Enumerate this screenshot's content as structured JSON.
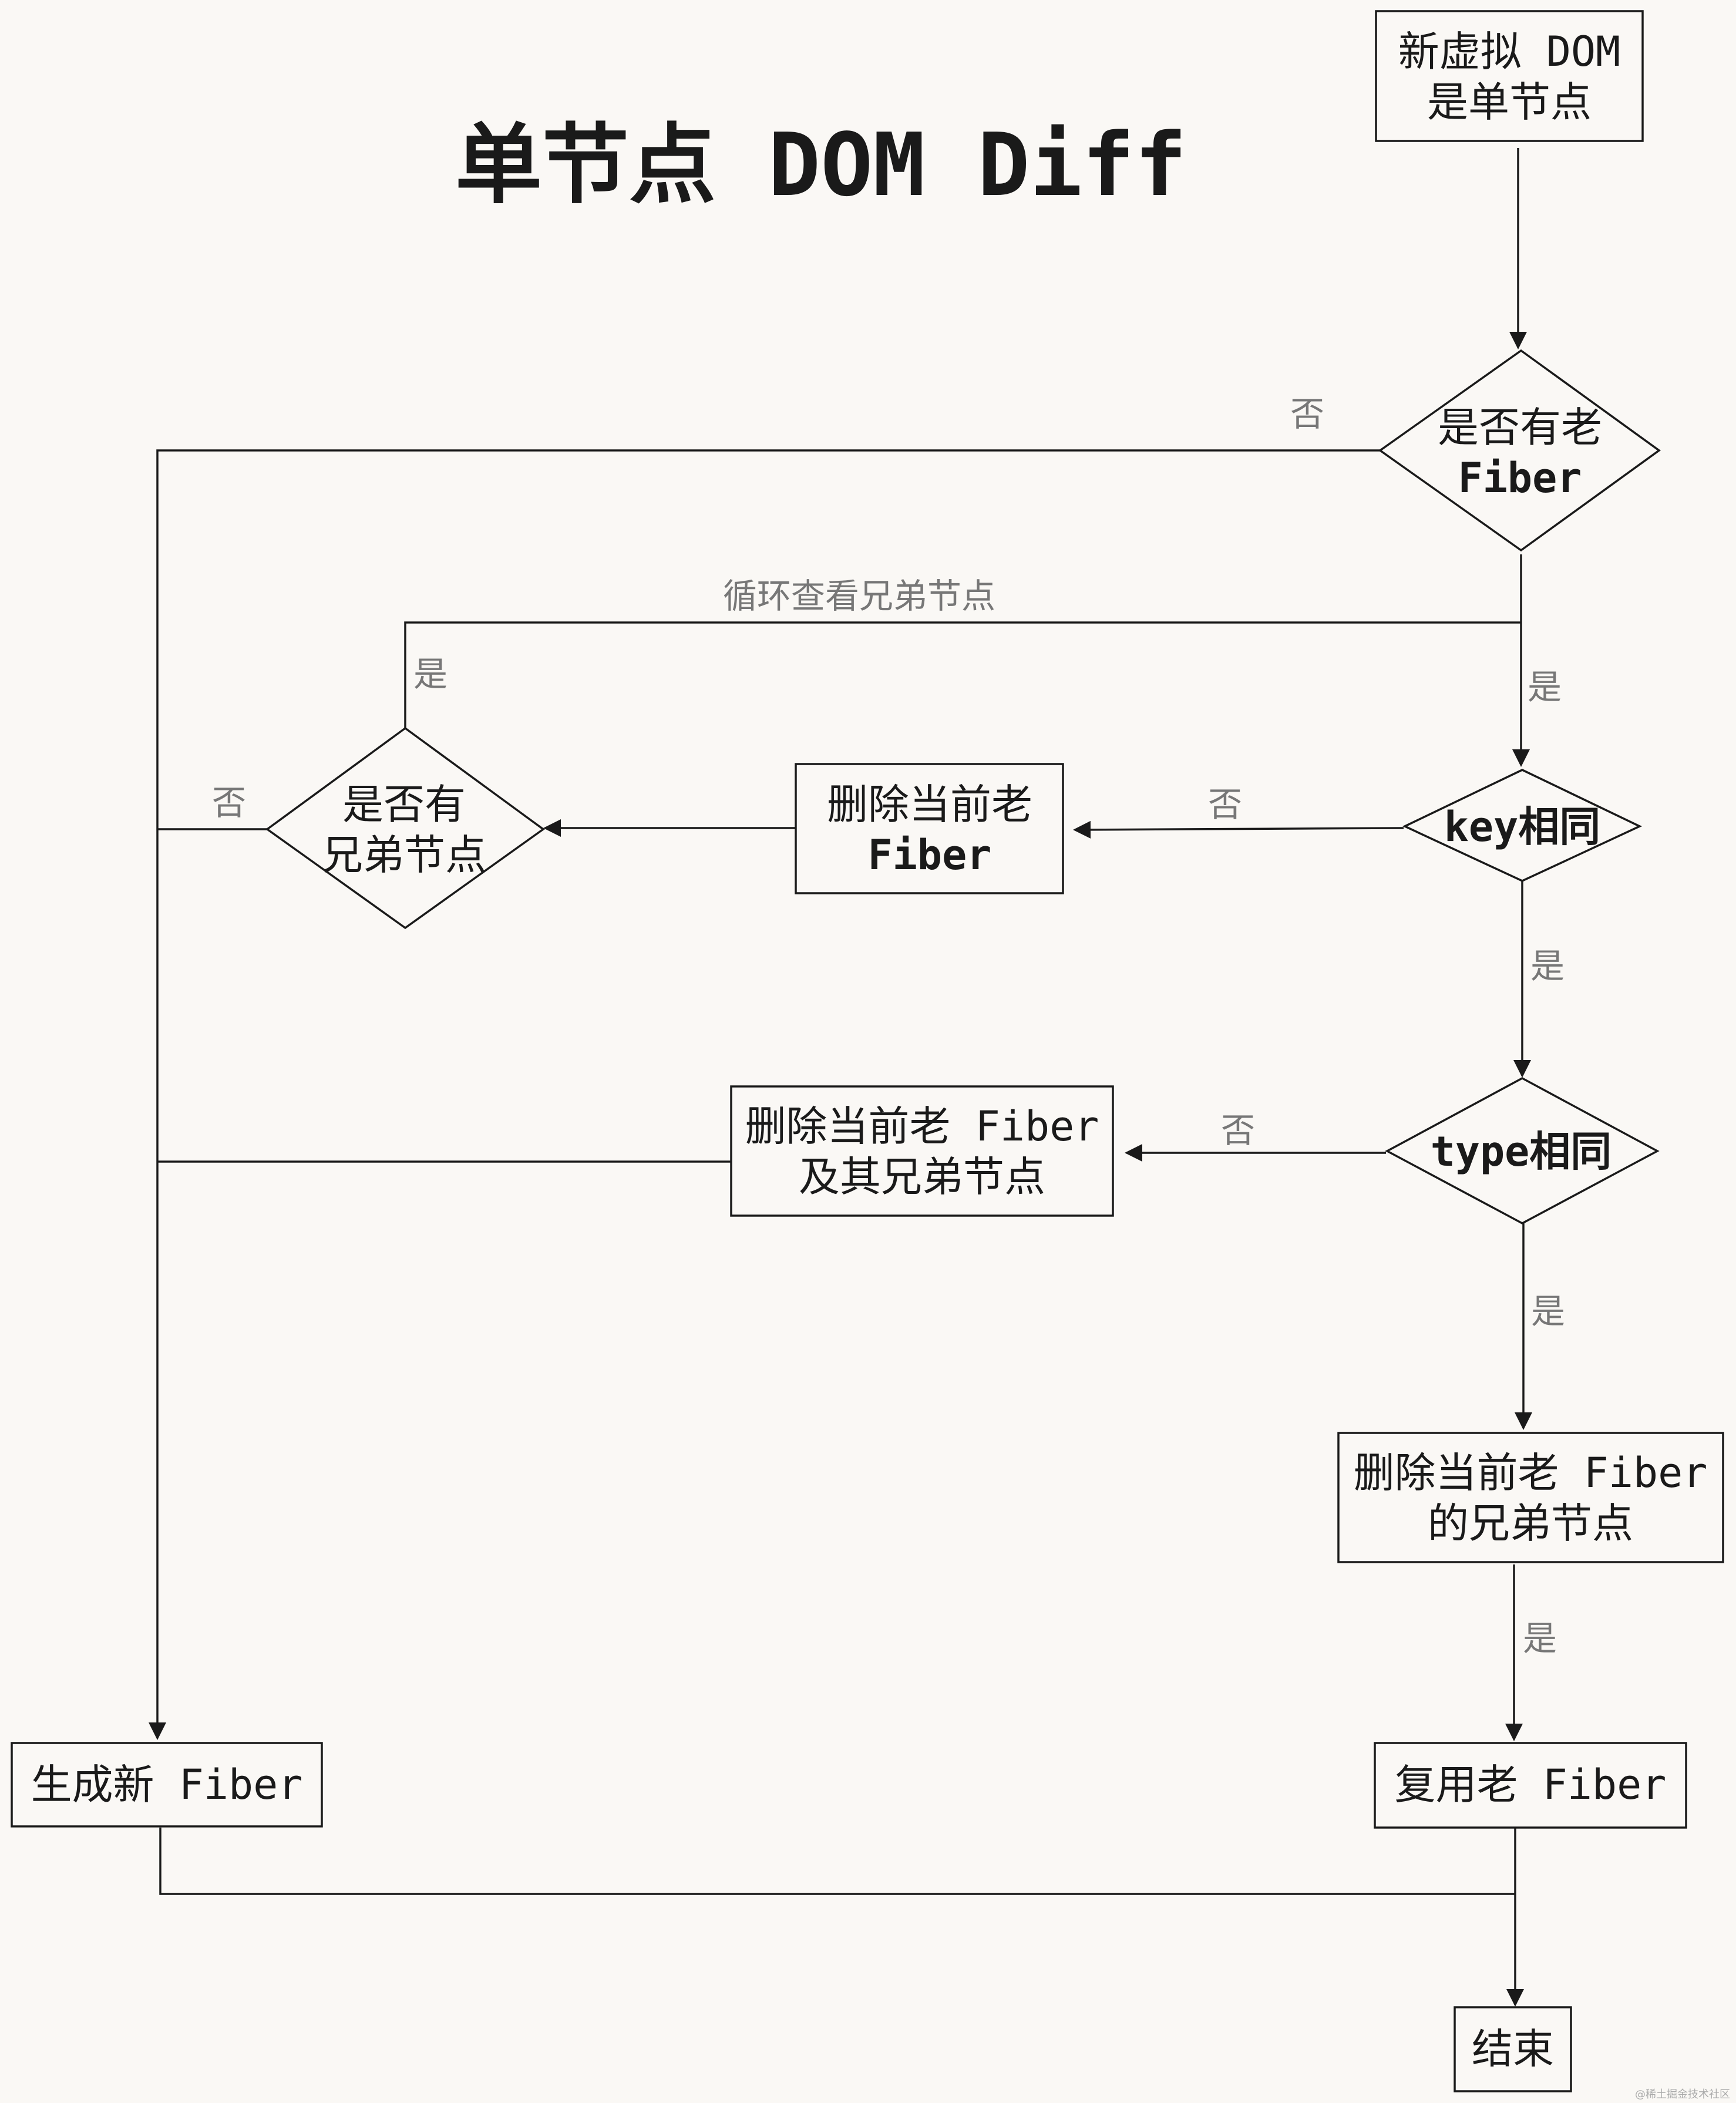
{
  "title": "单节点 DOM Diff",
  "nodes": {
    "start": [
      "新虚拟 DOM",
      "是单节点"
    ],
    "has_old_fiber": [
      "是否有老",
      "Fiber"
    ],
    "key_same": [
      "key相同"
    ],
    "type_same": [
      "type相同"
    ],
    "has_sibling": [
      "是否有",
      "兄弟节点"
    ],
    "delete_old_fiber": [
      "删除当前老",
      "Fiber"
    ],
    "delete_old_fiber_and_siblings": [
      "删除当前老 Fiber",
      "及其兄弟节点"
    ],
    "delete_sibling_of_old_fiber": [
      "删除当前老 Fiber",
      "的兄弟节点"
    ],
    "create_new_fiber": [
      "生成新 Fiber"
    ],
    "reuse_old_fiber": [
      "复用老 Fiber"
    ],
    "end": [
      "结束"
    ]
  },
  "edge_labels": {
    "no_old_fiber": "否",
    "loop_siblings": "循环查看兄弟节点",
    "has_sibling_yes": "是",
    "has_old_fiber_yes": "是",
    "no_sibling": "否",
    "key_no": "否",
    "key_yes": "是",
    "type_no": "否",
    "type_yes": "是",
    "after_delete_yes": "是"
  },
  "watermark": "@稀土掘金技术社区"
}
